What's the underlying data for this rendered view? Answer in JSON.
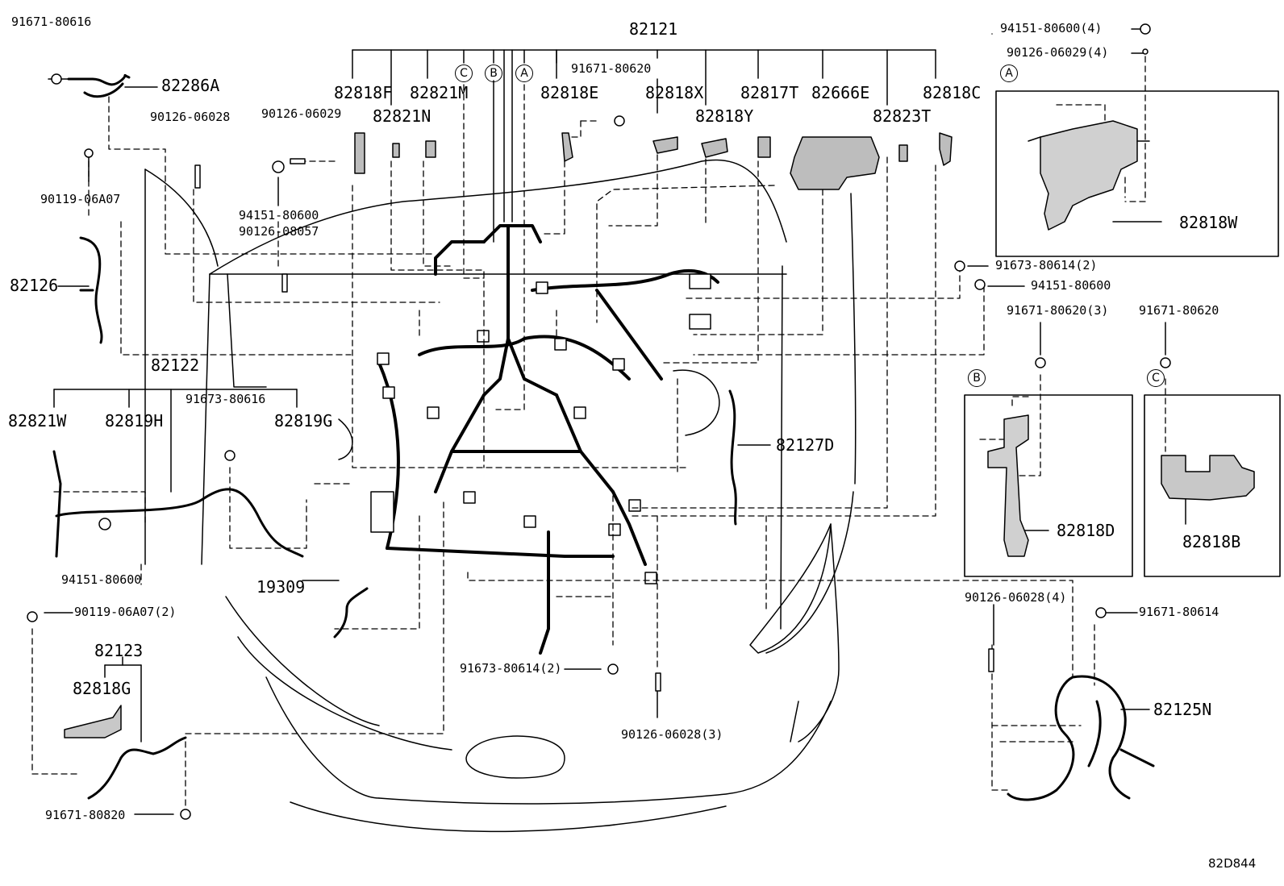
{
  "diagram": {
    "drawing_code": "82D844",
    "main_assemblies": {
      "p82121": "82121",
      "p82122": "82122",
      "p82123": "82123"
    },
    "parts": {
      "p91671_80616": "91671-80616",
      "p82286A": "82286A",
      "p90126_06028": "90126-06028",
      "p90119_06A07": "90119-06A07",
      "p82126": "82126",
      "p90126_06029": "90126-06029",
      "p94151_80600_a": "94151-80600",
      "p90126_08057": "90126-08057",
      "p82818F": "82818F",
      "p82821M": "82821M",
      "p82821N": "82821N",
      "p91671_80620": "91671-80620",
      "p82818E": "82818E",
      "p82818X": "82818X",
      "p82818Y": "82818Y",
      "p82817T": "82817T",
      "p82666E": "82666E",
      "p82823T": "82823T",
      "p82818C": "82818C",
      "p94151_80600_4": "94151-80600(4)",
      "p90126_06029_4": "90126-06029(4)",
      "p82818W": "82818W",
      "p91673_80614_2a": "91673-80614(2)",
      "p94151_80600_b": "94151-80600",
      "p91671_80620_3": "91671-80620(3)",
      "p91671_80620_c": "91671-80620",
      "p82818D": "82818D",
      "p82818B": "82818B",
      "p82821W": "82821W",
      "p82819H": "82819H",
      "p91673_80616": "91673-80616",
      "p82819G": "82819G",
      "p82127D": "82127D",
      "p94151_80600_c": "94151-80600",
      "p19309": "19309",
      "p90119_06A07_2": "90119-06A07(2)",
      "p82818G": "82818G",
      "p91671_80820": "91671-80820",
      "p91673_80614_2b": "91673-80614(2)",
      "p90126_06028_3": "90126-06028(3)",
      "p90126_06028_4": "90126-06028(4)",
      "p91671_80614": "91671-80614",
      "p82125N": "82125N"
    },
    "callout_letters": {
      "c_top": "C",
      "b_top": "B",
      "a_top": "A",
      "a_inset": "A",
      "b_inset": "B",
      "c_inset": "C"
    }
  }
}
